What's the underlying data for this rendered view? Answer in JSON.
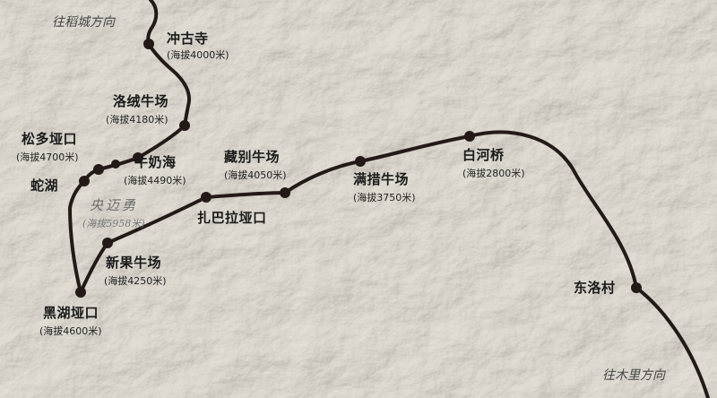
{
  "map": {
    "directions": {
      "north": "往稻城方向",
      "south": "往木里方向"
    },
    "stops": [
      {
        "name": "冲古寺",
        "altitude": "(海拔4000米)"
      },
      {
        "name": "洛绒牛场",
        "altitude": "(海拔4180米)"
      },
      {
        "name": "松多垭口",
        "altitude": "(海拔4700米)"
      },
      {
        "name": "牛奶海",
        "altitude": "(海拔4490米)"
      },
      {
        "name": "蛇湖",
        "altitude": ""
      },
      {
        "name": "黑湖垭口",
        "altitude": "(海拔4600米)"
      },
      {
        "name": "新果牛场",
        "altitude": "(海拔4250米)"
      },
      {
        "name": "扎巴拉垭口",
        "altitude": ""
      },
      {
        "name": "藏别牛场",
        "altitude": "(海拔4050米)"
      },
      {
        "name": "满措牛场",
        "altitude": "(海拔3750米)"
      },
      {
        "name": "白河桥",
        "altitude": "(海拔2800米)"
      },
      {
        "name": "东洛村",
        "altitude": ""
      }
    ],
    "peak": {
      "name": "央迈勇",
      "altitude": "(海拔5958米)"
    },
    "colors": {
      "route": "#231a18",
      "terrain": "#d9d6cf",
      "text": "#1a1a1a"
    }
  }
}
